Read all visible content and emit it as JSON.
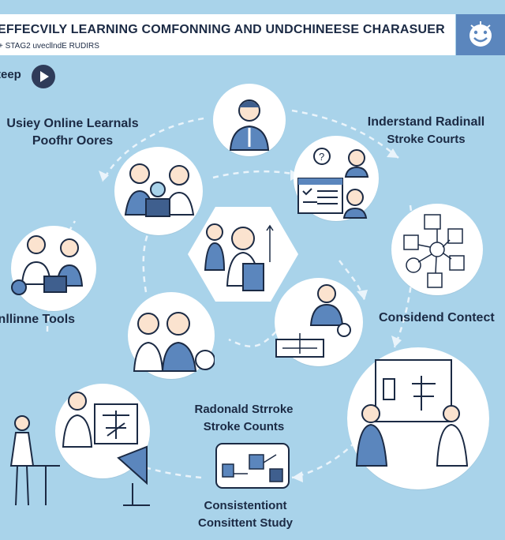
{
  "header": {
    "title": "EFFECVILY LEARNING COMFONNING AND UNDCHINEESE CHARASUER",
    "subtitle": "+ STAG2 uvecllndE RUDIRS",
    "logo_icon": "smiley-face-icon"
  },
  "step": {
    "label": "teep",
    "icon": "play-icon"
  },
  "labels": {
    "online_learning": [
      "Usiey Online Learnals",
      "Poofhr Oores"
    ],
    "understand_radical": [
      "Inderstand Radinall",
      "Stroke Courts"
    ],
    "online_tools": "Unllinne Tools",
    "consider_context": "Considend Contect",
    "radical_stroke": [
      "Radonald Strroke",
      "Stroke Counts"
    ],
    "consistent_study": [
      "Consistentiont",
      "Consittent Study"
    ]
  },
  "colors": {
    "background": "#a9d3ea",
    "header": "#ffffff",
    "logo_tile": "#5b86bd",
    "illustration_blue": "#5b86bd",
    "text": "#1b2a44"
  }
}
